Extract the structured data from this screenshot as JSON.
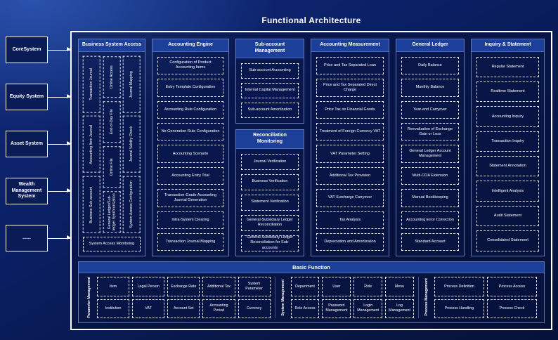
{
  "title": "Functional Architecture",
  "colors": {
    "background": "#0a1f63",
    "panel_border": "#ffffff",
    "header_bar": "#1c3f9a",
    "item_border": "#ffffff"
  },
  "left_systems": [
    "CoreSystem",
    "Equity System",
    "Asset System",
    "Wealth Management System",
    "......"
  ],
  "business_system_access": {
    "header": "Business System Access",
    "col_a": [
      "Transaction Journal",
      "Accounting Item Journal",
      "Business Sub-account"
    ],
    "col_b": [
      "Online Access",
      "End-of-Day File",
      "Online File",
      "General Ledger/Sub-ledger Synchronization"
    ],
    "col_c": [
      "Journal Mapping",
      "Journal Validity Check",
      "System Access Configuration"
    ],
    "bottom": "System Access Monitoring"
  },
  "accounting_engine": {
    "header": "Accounting Engine",
    "items": [
      "Configuration of Product Accounting Items",
      "Entry Template Configuration",
      "Accounting Rule Configuration",
      "No Generation Rule Configuration",
      "Accounting Scenario",
      "Accounting Entry Trial",
      "Transaction-Grade Accounting Journal Generation",
      "Intra-System Clearing",
      "Transaction Journal Mapping"
    ]
  },
  "sub_account_management": {
    "header": "Sub-account Management",
    "items": [
      "Sub-account Accounting",
      "Internal Capital Management",
      "Sub-account Amortization"
    ]
  },
  "reconciliation_monitoring": {
    "header": "Reconciliation Monitoring",
    "items": [
      "Journal Verification",
      "Business Verification",
      "Statement Verification",
      "General-Subsidiary Ledger Reconciliation",
      "General-Subsidiary Ledger Reconciliation for Sub-accounts"
    ]
  },
  "accounting_measurement": {
    "header": "Accounting Measurement",
    "items": [
      "Price and Tax Separated Loan",
      "Price and Tax Separated Direct Charge",
      "Price Tax on Financial Goods",
      "Treatment of Foreign Currency VAT",
      "VAT Parameter Setting",
      "Additional Tax Provision",
      "VAT Surcharge Carryover",
      "Tax Analysis",
      "Depreciation and Amortization"
    ]
  },
  "general_ledger": {
    "header": "General Ledger",
    "items": [
      "Daily Balance",
      "Monthly Balance",
      "Year-end Carryover",
      "Reevaluation of Exchange Gain or Loss",
      "General Ledger Account Management",
      "Multi-COA Extension",
      "Manual Bookkeeping",
      "Accounting Error Correction",
      "Standard Account"
    ]
  },
  "inquiry_statement": {
    "header": "Inquiry & Statement",
    "items": [
      "Regular Statement",
      "Realtime Statement",
      "Accounting Inquiry",
      "Transaction Inquiry",
      "Statement Annotation",
      "Intelligent Analysis",
      "Audit Statement",
      "Consolidated Statement"
    ]
  },
  "basic_function": {
    "header": "Basic Function",
    "groups": [
      {
        "label": "Parameter Management",
        "rows": [
          [
            "Item",
            "Legal Person",
            "Exchange Rate",
            "Additional Tax",
            "System Parameter"
          ],
          [
            "Institution",
            "VAT",
            "Account Set",
            "Accounting Period",
            "Currency"
          ]
        ]
      },
      {
        "label": "System Management",
        "rows": [
          [
            "Department",
            "User",
            "Role",
            "Menu"
          ],
          [
            "Role Access",
            "Password Management",
            "Login Management",
            "Log Management"
          ]
        ]
      },
      {
        "label": "Process Management",
        "rows": [
          [
            "Process Definition",
            "Process Access"
          ],
          [
            "Process Handling",
            "Process Check"
          ]
        ]
      }
    ]
  }
}
